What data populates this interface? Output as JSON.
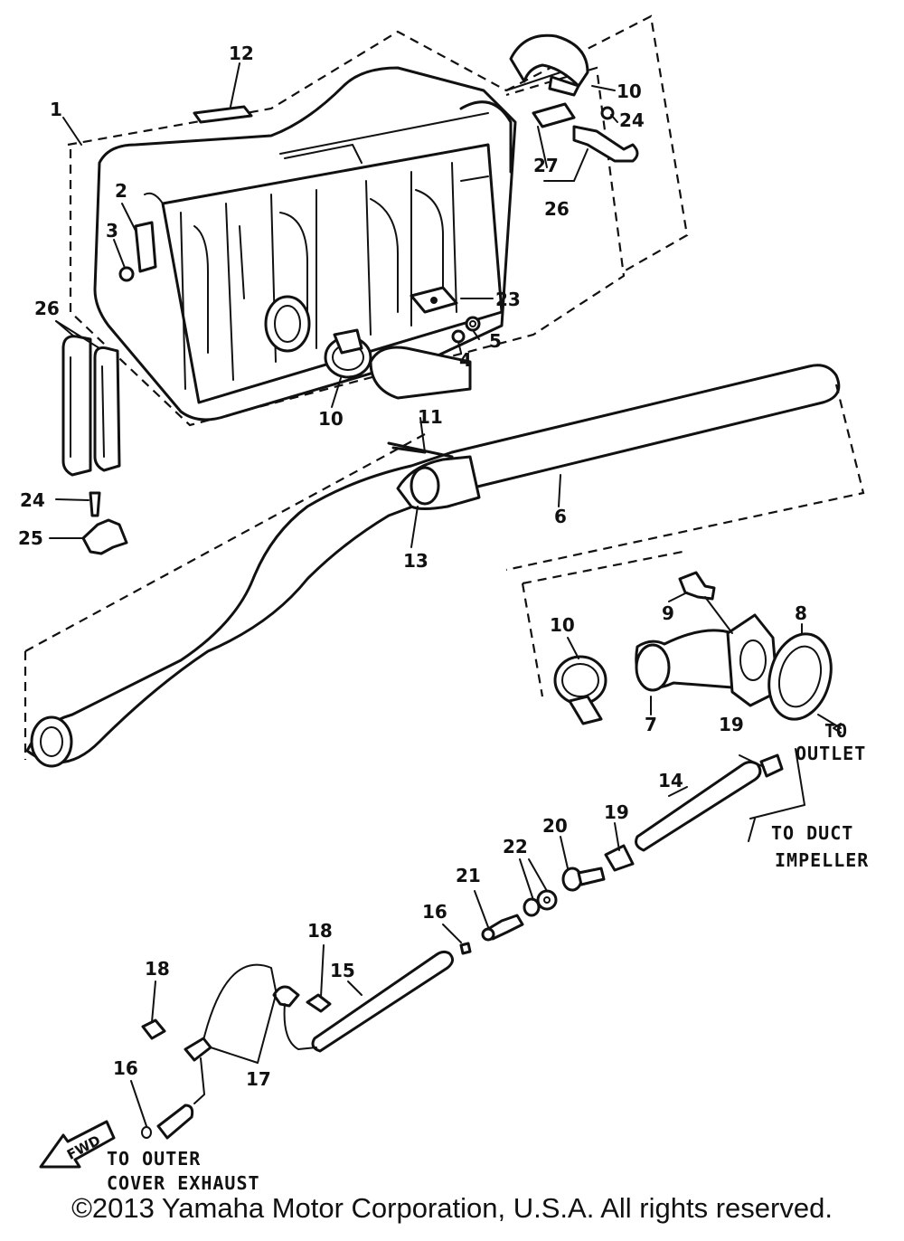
{
  "diagram": {
    "callouts": {
      "c1": "1",
      "c2": "2",
      "c3": "3",
      "c4": "4",
      "c5": "5",
      "c6": "6",
      "c7": "7",
      "c8": "8",
      "c9": "9",
      "c10a": "10",
      "c10b": "10",
      "c10c": "10",
      "c11": "11",
      "c12": "12",
      "c13": "13",
      "c14": "14",
      "c15": "15",
      "c16a": "16",
      "c16b": "16",
      "c17": "17",
      "c18a": "18",
      "c18b": "18",
      "c19a": "19",
      "c19b": "19",
      "c20": "20",
      "c21": "21",
      "c22": "22",
      "c23": "23",
      "c24a": "24",
      "c24b": "24",
      "c25": "25",
      "c26a": "26",
      "c26b": "26",
      "c27": "27"
    },
    "notes": {
      "to_outlet_1": "TO",
      "to_outlet_2": "OUTLET",
      "to_duct_1": "TO DUCT",
      "to_duct_2": "IMPELLER",
      "to_outer_1": "TO OUTER",
      "to_outer_2": "COVER EXHAUST",
      "fwd": "FWD"
    }
  },
  "footer": {
    "copyright": "©2013 Yamaha Motor Corporation, U.S.A. All rights reserved."
  }
}
